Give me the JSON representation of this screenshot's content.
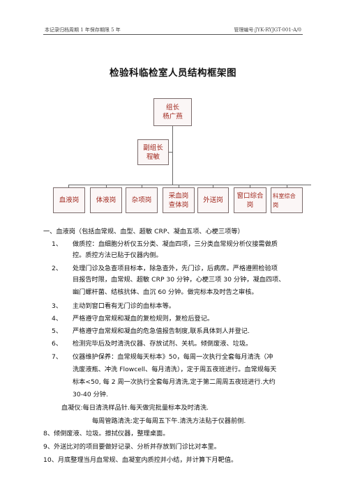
{
  "header": {
    "left": "本记录归档周期 1 年保存期限 5 年",
    "right": "管理编号:JYK-RYJGT-001-A/0"
  },
  "title": "检验科临检室人员结构框架图",
  "org": {
    "leader": [
      "组长",
      "杨广燕"
    ],
    "deputy": [
      "副组长",
      "程敏"
    ],
    "posts": [
      [
        "血液岗"
      ],
      [
        "体液岗"
      ],
      [
        "杂项岗"
      ],
      [
        "采血岗",
        "查体岗"
      ],
      [
        "外送岗"
      ],
      [
        "窗口综合",
        "岗"
      ],
      [
        "科室综合",
        "岗"
      ]
    ]
  },
  "section_title": "一、血液岗（包括血常规、血型、超敏 CRP、凝血五项、心梗三项等）",
  "items": [
    {
      "num": "1、",
      "lines": [
        "做质控：血细胞分析仪五分类、凝血四项，三分类血常规分析仪接需做质",
        "控。质控方法已贴于仪器内侧。"
      ]
    },
    {
      "num": "2、",
      "lines": [
        "处理门诊及急查项目标本，除急查外，先门诊，后病房。严格遵照检验项",
        "目报告时限，血常规、超敏 CRP 30 分钟，心梗三项 30 分钟，凝血四项、",
        "幽门螺杆菌、结核抗体、血沉 60 分钟。做完标本及时告之审核。"
      ]
    },
    {
      "num": "3、",
      "lines": [
        "主动到窗口看有无门诊的血标本等。"
      ]
    },
    {
      "num": "4、",
      "lines": [
        "严格遵守血常规和凝血的复检规则，复检后登记。"
      ]
    },
    {
      "num": "5、",
      "lines": [
        "严格遵守血常规和凝血的危急值报告制度,联系具体到人并登记."
      ]
    },
    {
      "num": "6、",
      "lines": [
        "检测完毕后及时清洗仪器、存放试剂、关机。倾倒废液、垃圾。"
      ]
    },
    {
      "num": "7、",
      "lines": [
        "仪器维护保养：血常规每天标本》50，每周一次执行全套每月清洗（冲",
        "洗废液瓶、冲洗 Flowcell、每月清洗），定于周五夜班进行。血常规每天",
        "标本<50, 每 2 周一次执行全套每月清洗,定于第二周周五夜班进行.大约",
        "30-40 分钟."
      ]
    }
  ],
  "extra": [
    "血凝仪:每日清洗样品针.每天做完批量标本及时清洗.",
    "每周管路清洗:定于每周五下午.清洗方法贴于仪器前侧."
  ],
  "tail": [
    "8、倾倒废液、垃圾。擦拭仪器，整理桌面。",
    "9、外送比对的项目要做好记录、分析并存放到门诊比对本里。",
    "10、月底整理当月血常规、血凝室内质控并小结，并计算下月靶值。"
  ]
}
